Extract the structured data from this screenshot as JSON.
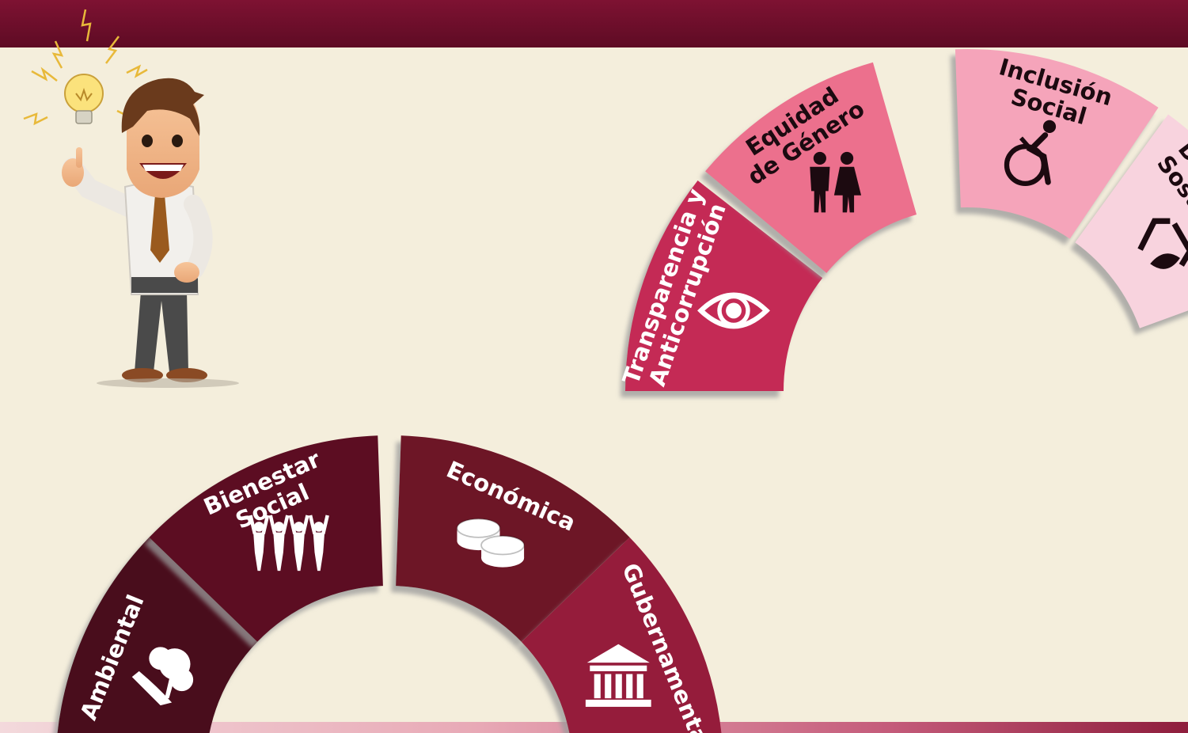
{
  "segments": [
    {
      "id": "ambiental",
      "lines": [
        "Ambiental"
      ],
      "icon": "hand-tree-icon",
      "color": "#4a0c1b"
    },
    {
      "id": "bienestar-social",
      "lines": [
        "Bienestar",
        "Social"
      ],
      "icon": "people-raising-hands-icon",
      "color": "#5c1022"
    },
    {
      "id": "economica",
      "lines": [
        "Económica"
      ],
      "icon": "coins-icon",
      "color": "#6d1227"
    },
    {
      "id": "gubernamental",
      "lines": [
        "Gubernamental"
      ],
      "icon": "government-building-icon",
      "color": "#951a3a"
    },
    {
      "id": "transparencia",
      "lines": [
        "Transparencia y",
        "Anticorrupción"
      ],
      "icon": "eye-icon",
      "color": "#c42a55"
    },
    {
      "id": "equidad-genero",
      "lines": [
        "Equidad",
        "de Género"
      ],
      "icon": "man-woman-icon",
      "color": "#ec6f8d"
    },
    {
      "id": "inclusion-social",
      "lines": [
        "Inclusión",
        "Social"
      ],
      "icon": "wheelchair-icon",
      "color": "#f5a4ba"
    },
    {
      "id": "desarrollo-sostenible",
      "lines": [
        "Desarrollo",
        "Sostenible"
      ],
      "icon": "recycle-leaf-icon",
      "color": "#f8d3de"
    }
  ],
  "figures": {
    "person": "businessman-idea-icon",
    "bulb": "lightbulb-icon"
  },
  "colors": {
    "header": "#6e0f2b",
    "background": "#f4eedc"
  }
}
